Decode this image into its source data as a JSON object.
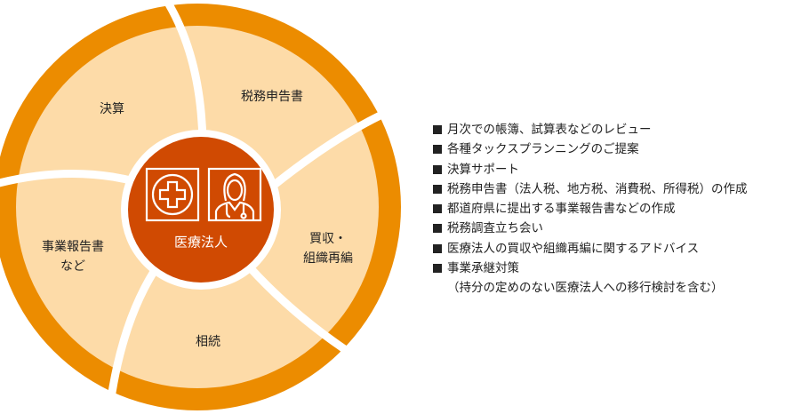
{
  "colors": {
    "ring": "#ec8c00",
    "segment": "#fddba8",
    "center": "#d04a02",
    "text": "#222222"
  },
  "center": {
    "label": "医療法人",
    "icons": [
      "medical-cross-icon",
      "doctor-icon"
    ]
  },
  "segments": [
    {
      "label": "決算"
    },
    {
      "label": "税務申告書"
    },
    {
      "label_line1": "買収・",
      "label_line2": "組織再編"
    },
    {
      "label": "相続"
    },
    {
      "label_line1": "事業報告書",
      "label_line2": "など"
    }
  ],
  "services": [
    "月次での帳簿、試算表などのレビュー",
    "各種タックスプランニングのご提案",
    "決算サポート",
    "税務申告書（法人税、地方税、消費税、所得税）の作成",
    "都道府県に提出する事業報告書などの作成",
    "税務調査立ち会い",
    "医療法人の買収や組織再編に関するアドバイス",
    "事業承継対策"
  ],
  "services_note": "（持分の定めのない医療法人への移行検討を含む）"
}
